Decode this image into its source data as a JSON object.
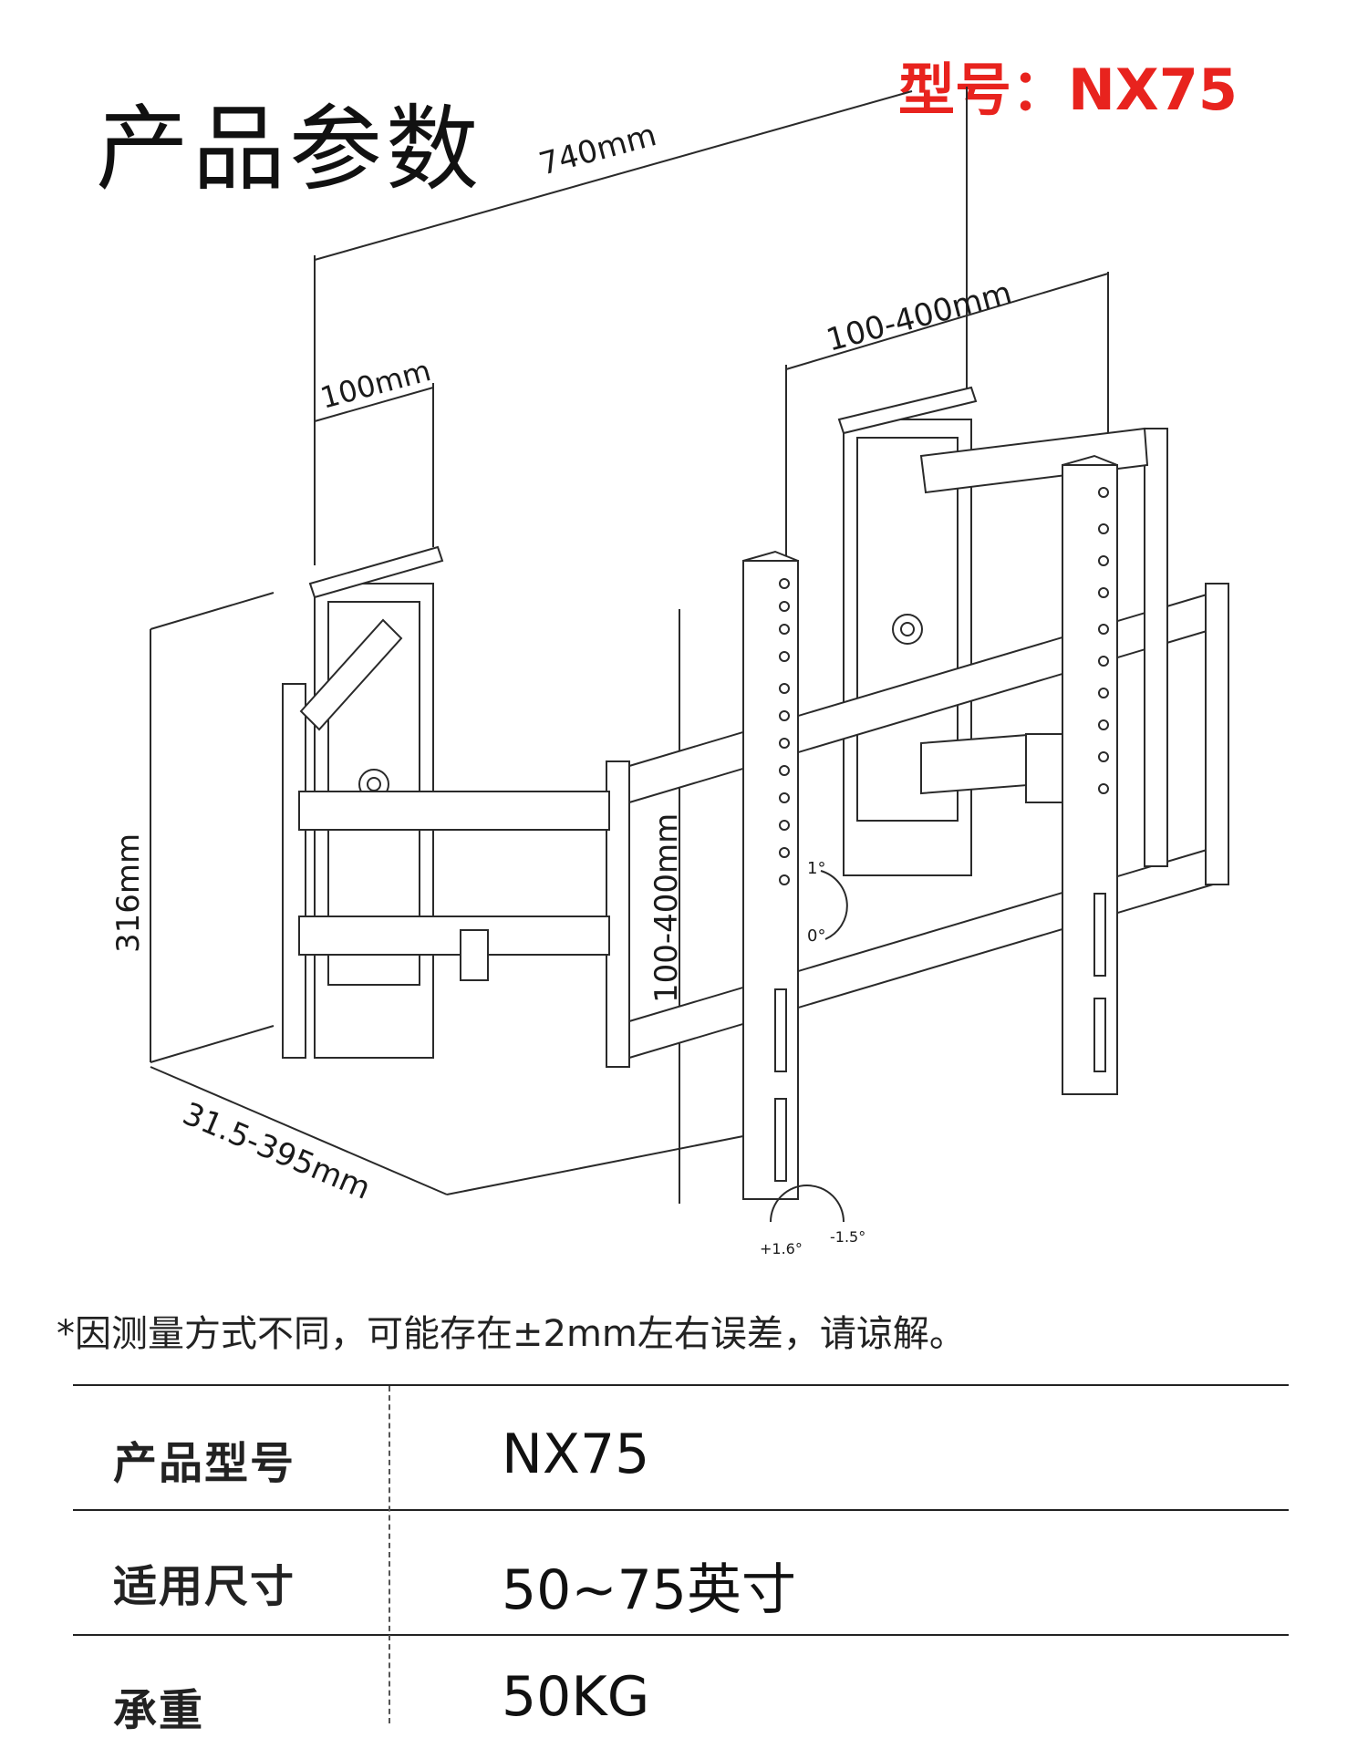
{
  "header": {
    "title": "产品参数",
    "model_badge": "型号：NX75"
  },
  "dimensions": {
    "overall_width": "740mm",
    "left_hole_spacing": "100mm",
    "right_hole_spacing": "100-400mm",
    "height": "316mm",
    "vertical_spacing": "100-400mm",
    "depth": "31.5-395mm",
    "tilt_up": "1°",
    "tilt_zero": "0°",
    "swivel_left": "+1.6°",
    "swivel_right": "-1.5°"
  },
  "note": "*因测量方式不同，可能存在±2mm左右误差，请谅解。",
  "specs": [
    {
      "label": "产品型号",
      "value": "NX75"
    },
    {
      "label": "适用尺寸",
      "value": "50~75英寸"
    },
    {
      "label": "承重",
      "value": "50KG"
    }
  ],
  "colors": {
    "accent": "#e8231e",
    "line": "#222222"
  }
}
